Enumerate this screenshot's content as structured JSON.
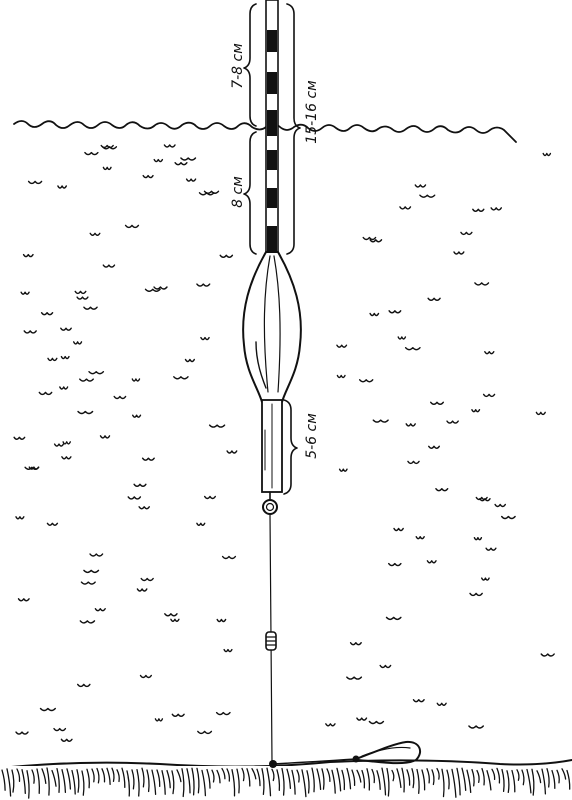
{
  "labels": {
    "antenna_above_water": "7-8 см",
    "total_antenna": "15-16 см",
    "antenna_below_water": "8 см",
    "keel_length": "5-6 см"
  },
  "colors": {
    "ink": "#111111",
    "background": "#ffffff"
  }
}
